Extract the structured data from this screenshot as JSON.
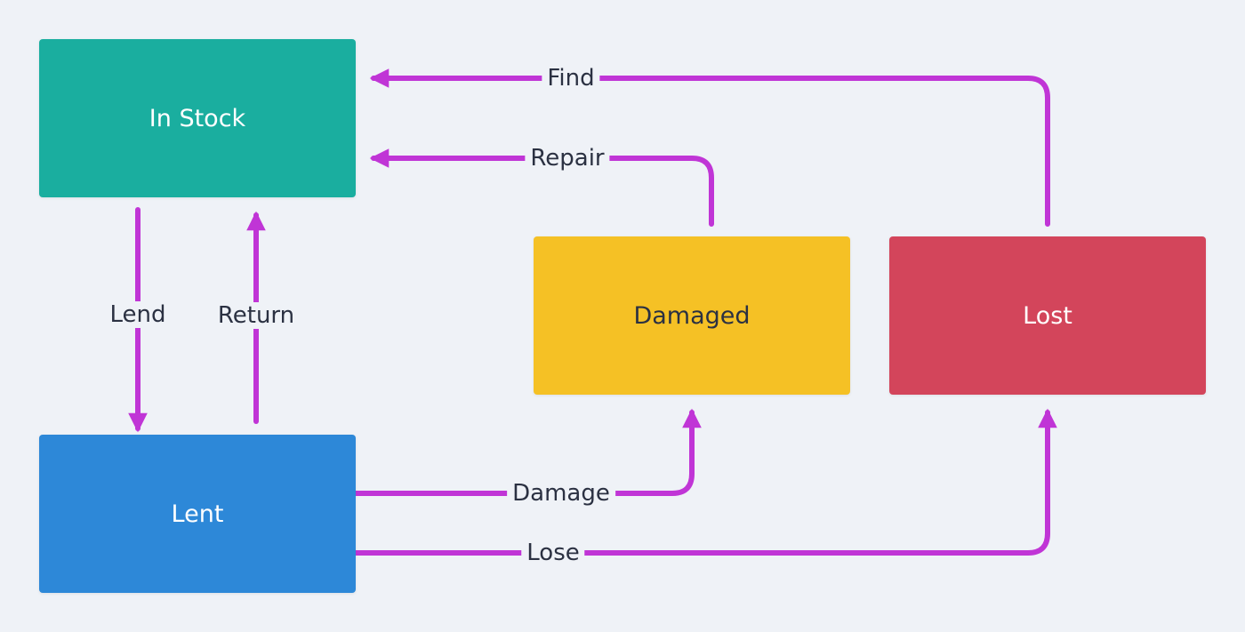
{
  "colors": {
    "background": "#eff2f7",
    "edge": "#c035d6",
    "edge_label_text": "#2b3142"
  },
  "nodes": {
    "in_stock": {
      "label": "In Stock",
      "fill": "#1aae9f",
      "text_color": "#ffffff"
    },
    "lent": {
      "label": "Lent",
      "fill": "#2d88d8",
      "text_color": "#ffffff"
    },
    "damaged": {
      "label": "Damaged",
      "fill": "#f5c125",
      "text_color": "#2b3142"
    },
    "lost": {
      "label": "Lost",
      "fill": "#d3455b",
      "text_color": "#ffffff"
    }
  },
  "edges": {
    "find": {
      "label": "Find",
      "from": "Lost",
      "to": "In Stock"
    },
    "repair": {
      "label": "Repair",
      "from": "Damaged",
      "to": "In Stock"
    },
    "lend": {
      "label": "Lend",
      "from": "In Stock",
      "to": "Lent"
    },
    "return": {
      "label": "Return",
      "from": "Lent",
      "to": "In Stock"
    },
    "damage": {
      "label": "Damage",
      "from": "Lent",
      "to": "Damaged"
    },
    "lose": {
      "label": "Lose",
      "from": "Lent",
      "to": "Lost"
    }
  }
}
